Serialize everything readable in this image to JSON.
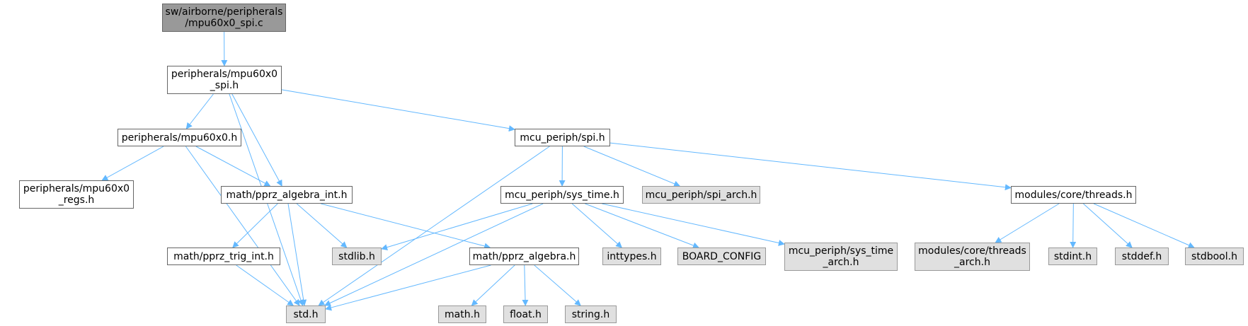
{
  "graph": {
    "colors": {
      "edge": "#63b8ff",
      "root_fill": "#999999",
      "doc_fill": "#ffffff",
      "sys_fill": "#e0e0e0",
      "doc_border": "#666666",
      "sys_border": "#999999"
    },
    "nodes": [
      {
        "id": "mpu60x0_spi_c",
        "label": "sw/airborne/peripherals\n/mpu60x0_spi.c",
        "kind": "root"
      },
      {
        "id": "mpu60x0_spi_h",
        "label": "peripherals/mpu60x0\n_spi.h",
        "kind": "doc"
      },
      {
        "id": "mpu60x0_h",
        "label": "peripherals/mpu60x0.h",
        "kind": "doc"
      },
      {
        "id": "mpu60x0_regs_h",
        "label": "peripherals/mpu60x0\n_regs.h",
        "kind": "doc"
      },
      {
        "id": "pprz_algebra_int_h",
        "label": "math/pprz_algebra_int.h",
        "kind": "doc"
      },
      {
        "id": "pprz_trig_int_h",
        "label": "math/pprz_trig_int.h",
        "kind": "doc"
      },
      {
        "id": "pprz_algebra_h",
        "label": "math/pprz_algebra.h",
        "kind": "doc"
      },
      {
        "id": "spi_h",
        "label": "mcu_periph/spi.h",
        "kind": "doc"
      },
      {
        "id": "sys_time_h",
        "label": "mcu_periph/sys_time.h",
        "kind": "doc"
      },
      {
        "id": "threads_h",
        "label": "modules/core/threads.h",
        "kind": "doc"
      },
      {
        "id": "spi_arch_h",
        "label": "mcu_periph/spi_arch.h",
        "kind": "sys"
      },
      {
        "id": "stdlib_h",
        "label": "stdlib.h",
        "kind": "sys"
      },
      {
        "id": "std_h",
        "label": "std.h",
        "kind": "sys"
      },
      {
        "id": "inttypes_h",
        "label": "inttypes.h",
        "kind": "sys"
      },
      {
        "id": "board_config",
        "label": "BOARD_CONFIG",
        "kind": "sys"
      },
      {
        "id": "sys_time_arch_h",
        "label": "mcu_periph/sys_time\n_arch.h",
        "kind": "sys"
      },
      {
        "id": "threads_arch_h",
        "label": "modules/core/threads\n_arch.h",
        "kind": "sys"
      },
      {
        "id": "stdint_h",
        "label": "stdint.h",
        "kind": "sys"
      },
      {
        "id": "stddef_h",
        "label": "stddef.h",
        "kind": "sys"
      },
      {
        "id": "stdbool_h",
        "label": "stdbool.h",
        "kind": "sys"
      },
      {
        "id": "math_h",
        "label": "math.h",
        "kind": "sys"
      },
      {
        "id": "float_h",
        "label": "float.h",
        "kind": "sys"
      },
      {
        "id": "string_h",
        "label": "string.h",
        "kind": "sys"
      }
    ],
    "edges": [
      [
        "mpu60x0_spi_c",
        "mpu60x0_spi_h"
      ],
      [
        "mpu60x0_spi_h",
        "std_h"
      ],
      [
        "mpu60x0_spi_h",
        "mpu60x0_h"
      ],
      [
        "mpu60x0_spi_h",
        "pprz_algebra_int_h"
      ],
      [
        "mpu60x0_spi_h",
        "spi_h"
      ],
      [
        "mpu60x0_h",
        "mpu60x0_regs_h"
      ],
      [
        "mpu60x0_h",
        "pprz_algebra_int_h"
      ],
      [
        "mpu60x0_h",
        "std_h"
      ],
      [
        "pprz_algebra_int_h",
        "pprz_trig_int_h"
      ],
      [
        "pprz_algebra_int_h",
        "std_h"
      ],
      [
        "pprz_algebra_int_h",
        "stdlib_h"
      ],
      [
        "pprz_algebra_int_h",
        "pprz_algebra_h"
      ],
      [
        "pprz_trig_int_h",
        "std_h"
      ],
      [
        "pprz_algebra_h",
        "std_h"
      ],
      [
        "pprz_algebra_h",
        "math_h"
      ],
      [
        "pprz_algebra_h",
        "float_h"
      ],
      [
        "pprz_algebra_h",
        "string_h"
      ],
      [
        "spi_h",
        "std_h"
      ],
      [
        "spi_h",
        "sys_time_h"
      ],
      [
        "spi_h",
        "spi_arch_h"
      ],
      [
        "spi_h",
        "threads_h"
      ],
      [
        "sys_time_h",
        "stdlib_h"
      ],
      [
        "sys_time_h",
        "std_h"
      ],
      [
        "sys_time_h",
        "inttypes_h"
      ],
      [
        "sys_time_h",
        "board_config"
      ],
      [
        "sys_time_h",
        "sys_time_arch_h"
      ],
      [
        "threads_h",
        "threads_arch_h"
      ],
      [
        "threads_h",
        "stdint_h"
      ],
      [
        "threads_h",
        "stddef_h"
      ],
      [
        "threads_h",
        "stdbool_h"
      ]
    ]
  }
}
